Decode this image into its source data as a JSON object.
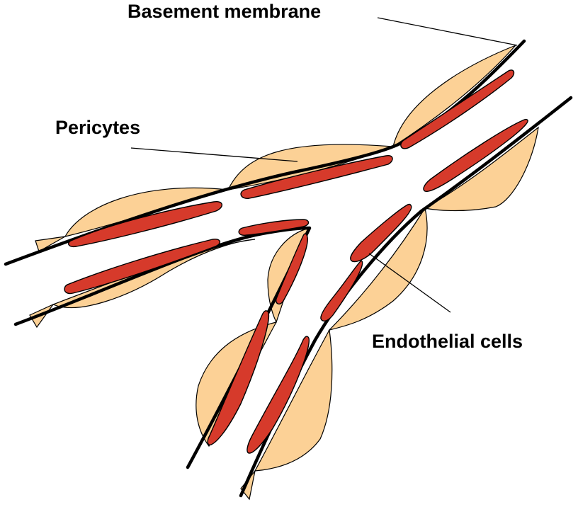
{
  "labels": {
    "basement_membrane": "Basement membrane",
    "pericytes": "Pericytes",
    "endothelial_cells": "Endothelial cells"
  },
  "colors": {
    "pericyte_fill": "#fcd196",
    "endothelial_fill": "#d63a2b",
    "membrane": "#000000",
    "background": "#ffffff"
  }
}
